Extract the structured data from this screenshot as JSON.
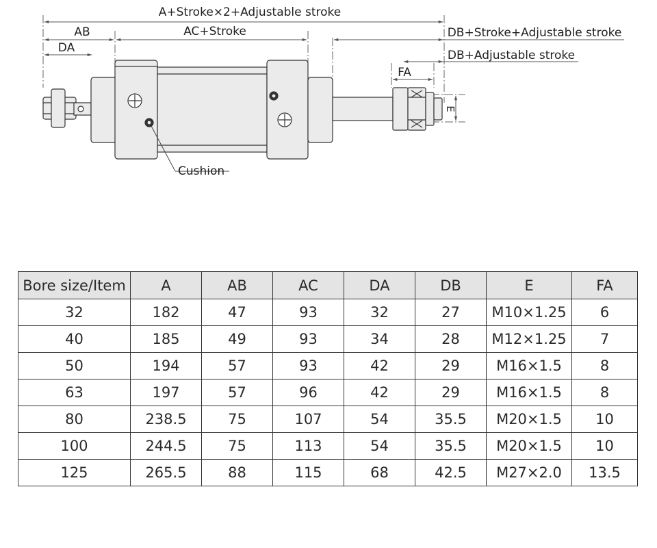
{
  "drawing": {
    "labels": {
      "total_length": "A+Stroke×2+Adjustable stroke",
      "ab": "AB",
      "da": "DA",
      "ac_stroke": "AC+Stroke",
      "db_stroke_adj": "DB+Stroke+Adjustable stroke",
      "db_adj": "DB+Adjustable stroke",
      "fa": "FA",
      "e": "E",
      "cushion": "Cushion"
    },
    "colors": {
      "body_fill": "#ebebeb",
      "outline": "#333333",
      "dim_line": "#555555"
    }
  },
  "table": {
    "headers": [
      "Bore size/Item",
      "A",
      "AB",
      "AC",
      "DA",
      "DB",
      "E",
      "FA"
    ],
    "rows": [
      [
        "32",
        "182",
        "47",
        "93",
        "32",
        "27",
        "M10×1.25",
        "6"
      ],
      [
        "40",
        "185",
        "49",
        "93",
        "34",
        "28",
        "M12×1.25",
        "7"
      ],
      [
        "50",
        "194",
        "57",
        "93",
        "42",
        "29",
        "M16×1.5",
        "8"
      ],
      [
        "63",
        "197",
        "57",
        "96",
        "42",
        "29",
        "M16×1.5",
        "8"
      ],
      [
        "80",
        "238.5",
        "75",
        "107",
        "54",
        "35.5",
        "M20×1.5",
        "10"
      ],
      [
        "100",
        "244.5",
        "75",
        "113",
        "54",
        "35.5",
        "M20×1.5",
        "10"
      ],
      [
        "125",
        "265.5",
        "88",
        "115",
        "68",
        "42.5",
        "M27×2.0",
        "13.5"
      ]
    ]
  }
}
